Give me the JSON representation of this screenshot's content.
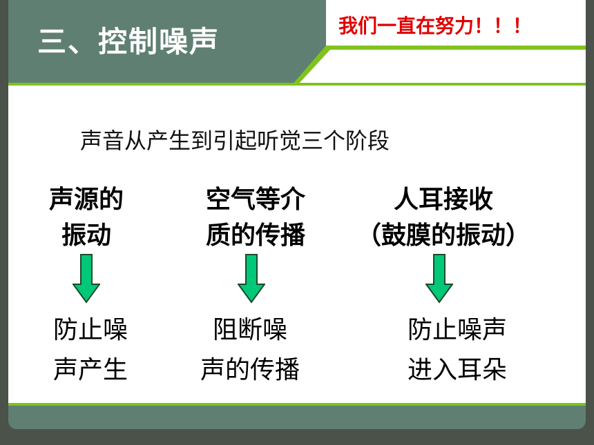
{
  "title": "三、控制噪声",
  "motto": "我们一直在努力！！！",
  "intro": "声音从产生到引起听觉三个阶段",
  "stages": [
    {
      "line1": "声源的",
      "line2": "振动"
    },
    {
      "line1": "空气等介",
      "line2": "质的传播"
    },
    {
      "line1": "人耳接收",
      "line2": "（鼓膜的振动）"
    }
  ],
  "measures": [
    {
      "line1": "防止噪",
      "line2": "声产生"
    },
    {
      "line1": "阻断噪",
      "line2": "声的传播"
    },
    {
      "line1": "防止噪声",
      "line2": "进入耳朵"
    }
  ],
  "colors": {
    "header_bg": "#5f7f72",
    "accent_green": "#7fc31c",
    "arrow_fill": "#00c878",
    "motto_red": "#e00000"
  },
  "icons": [
    "down-arrow-icon"
  ]
}
